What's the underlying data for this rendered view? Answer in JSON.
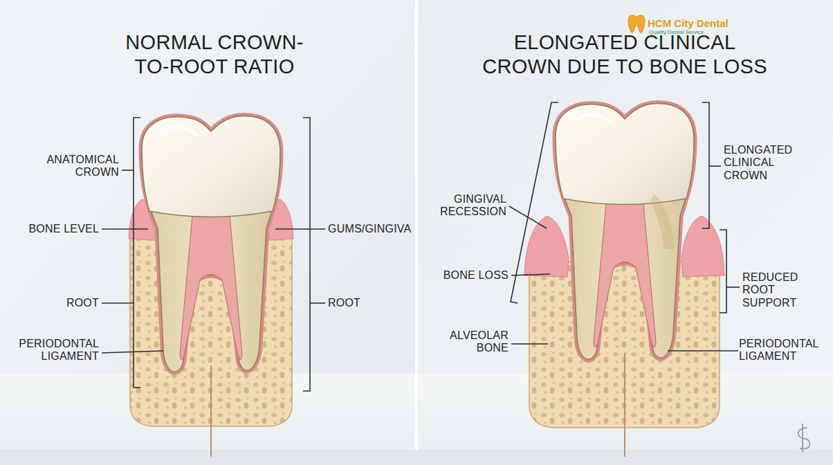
{
  "diagram": {
    "labels": [
      "NORMAL CROWN-TO-ROOT RATIO",
      "ELONGATED CLINICAL CROWN DUE TO BONE LOSS",
      "ANATOMICAL CROWN",
      "BONE LEVEL",
      "ROOT",
      "PERIODONTAL LIGAMENT",
      "GUMS/GINGIVA",
      "ROOT",
      "GINGIVAL RECESSION",
      "BONE LOSS",
      "ALVEOLAR BONE",
      "ELONGATED CLINICAL CROWN",
      "REDUCED ROOT SUPPORT",
      "PERIODONTAL LIGAMENT",
      "HCM City Dental",
      "Quality Dental Service"
    ]
  }
}
